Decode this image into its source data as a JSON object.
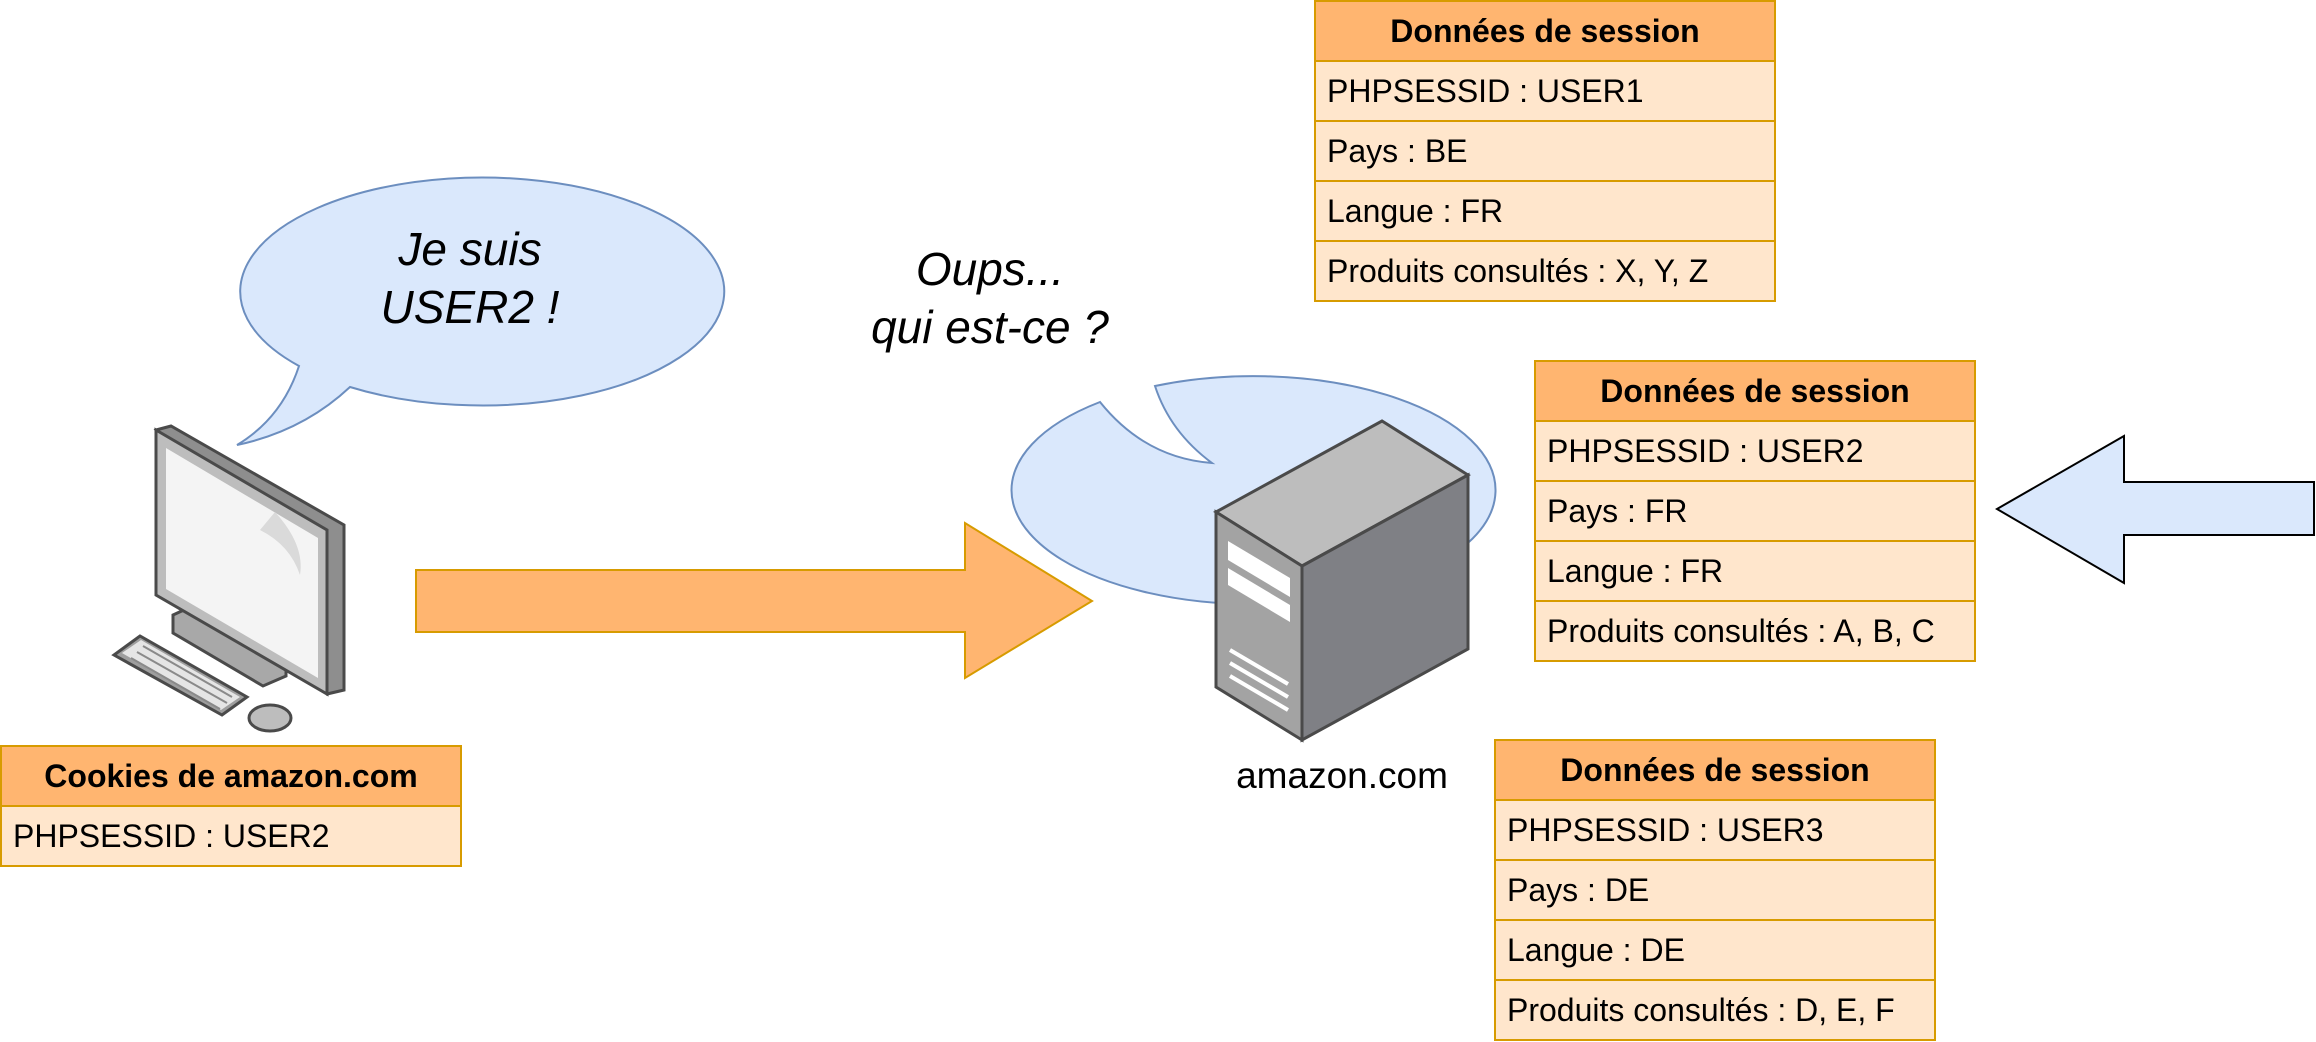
{
  "colors": {
    "table_header": "#FFB570",
    "table_body": "#FFE6CC",
    "table_border": "#D79B00",
    "bubble_fill": "#DAE8FC",
    "bubble_stroke": "#6C8EBF",
    "arrow_orange": "#FFB570",
    "arrow_blue": "#DAE8FC"
  },
  "icons": {
    "client": "desktop-computer-icon",
    "server": "server-tower-icon"
  },
  "client": {
    "cookie_table": {
      "title": "Cookies de amazon.com",
      "rows": [
        "PHPSESSID : USER2"
      ]
    },
    "bubble_lines": [
      "Je suis",
      "USER2 !"
    ]
  },
  "server": {
    "label": "amazon.com",
    "bubble_lines": [
      "Oups...",
      "qui est-ce ?"
    ],
    "sessions": [
      {
        "title": "Données de session",
        "rows": [
          "PHPSESSID : USER1",
          "Pays : BE",
          "Langue : FR",
          "Produits consultés : X, Y, Z"
        ]
      },
      {
        "title": "Données de session",
        "rows": [
          "PHPSESSID : USER2",
          "Pays : FR",
          "Langue : FR",
          "Produits consultés : A, B, C"
        ]
      },
      {
        "title": "Données de session",
        "rows": [
          "PHPSESSID : USER3",
          "Pays : DE",
          "Langue : DE",
          "Produits consultés : D, E, F"
        ]
      }
    ]
  }
}
